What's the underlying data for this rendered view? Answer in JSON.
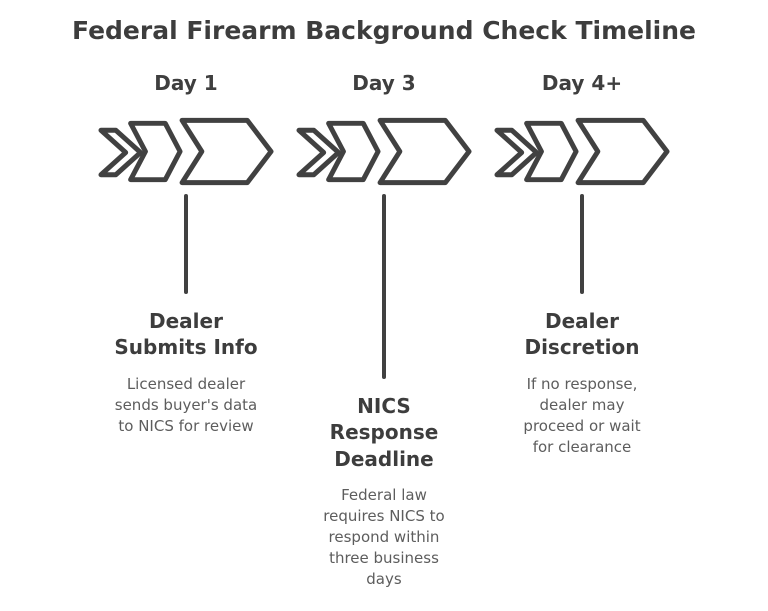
{
  "title": "Federal Firearm Background Check Timeline",
  "colors": {
    "title_text": "#3d3d3d",
    "heading_text": "#3d3d3d",
    "body_text": "#5d5d5d",
    "icon_stroke": "#414141",
    "connector_line": "#414141",
    "background": "#ffffff"
  },
  "columns": [
    {
      "day": "Day 1",
      "icon": "fast-forward-chevrons-icon",
      "heading": "Dealer\nSubmits Info",
      "description": "Licensed dealer\nsends buyer's data\nto NICS for review"
    },
    {
      "day": "Day 3",
      "icon": "fast-forward-chevrons-icon",
      "heading": "NICS\nResponse\nDeadline",
      "description": "Federal law\nrequires NICS to\nrespond within\nthree business\ndays"
    },
    {
      "day": "Day 4+",
      "icon": "fast-forward-chevrons-icon",
      "heading": "Dealer\nDiscretion",
      "description": "If no response,\ndealer may\nproceed or wait\nfor clearance"
    }
  ]
}
